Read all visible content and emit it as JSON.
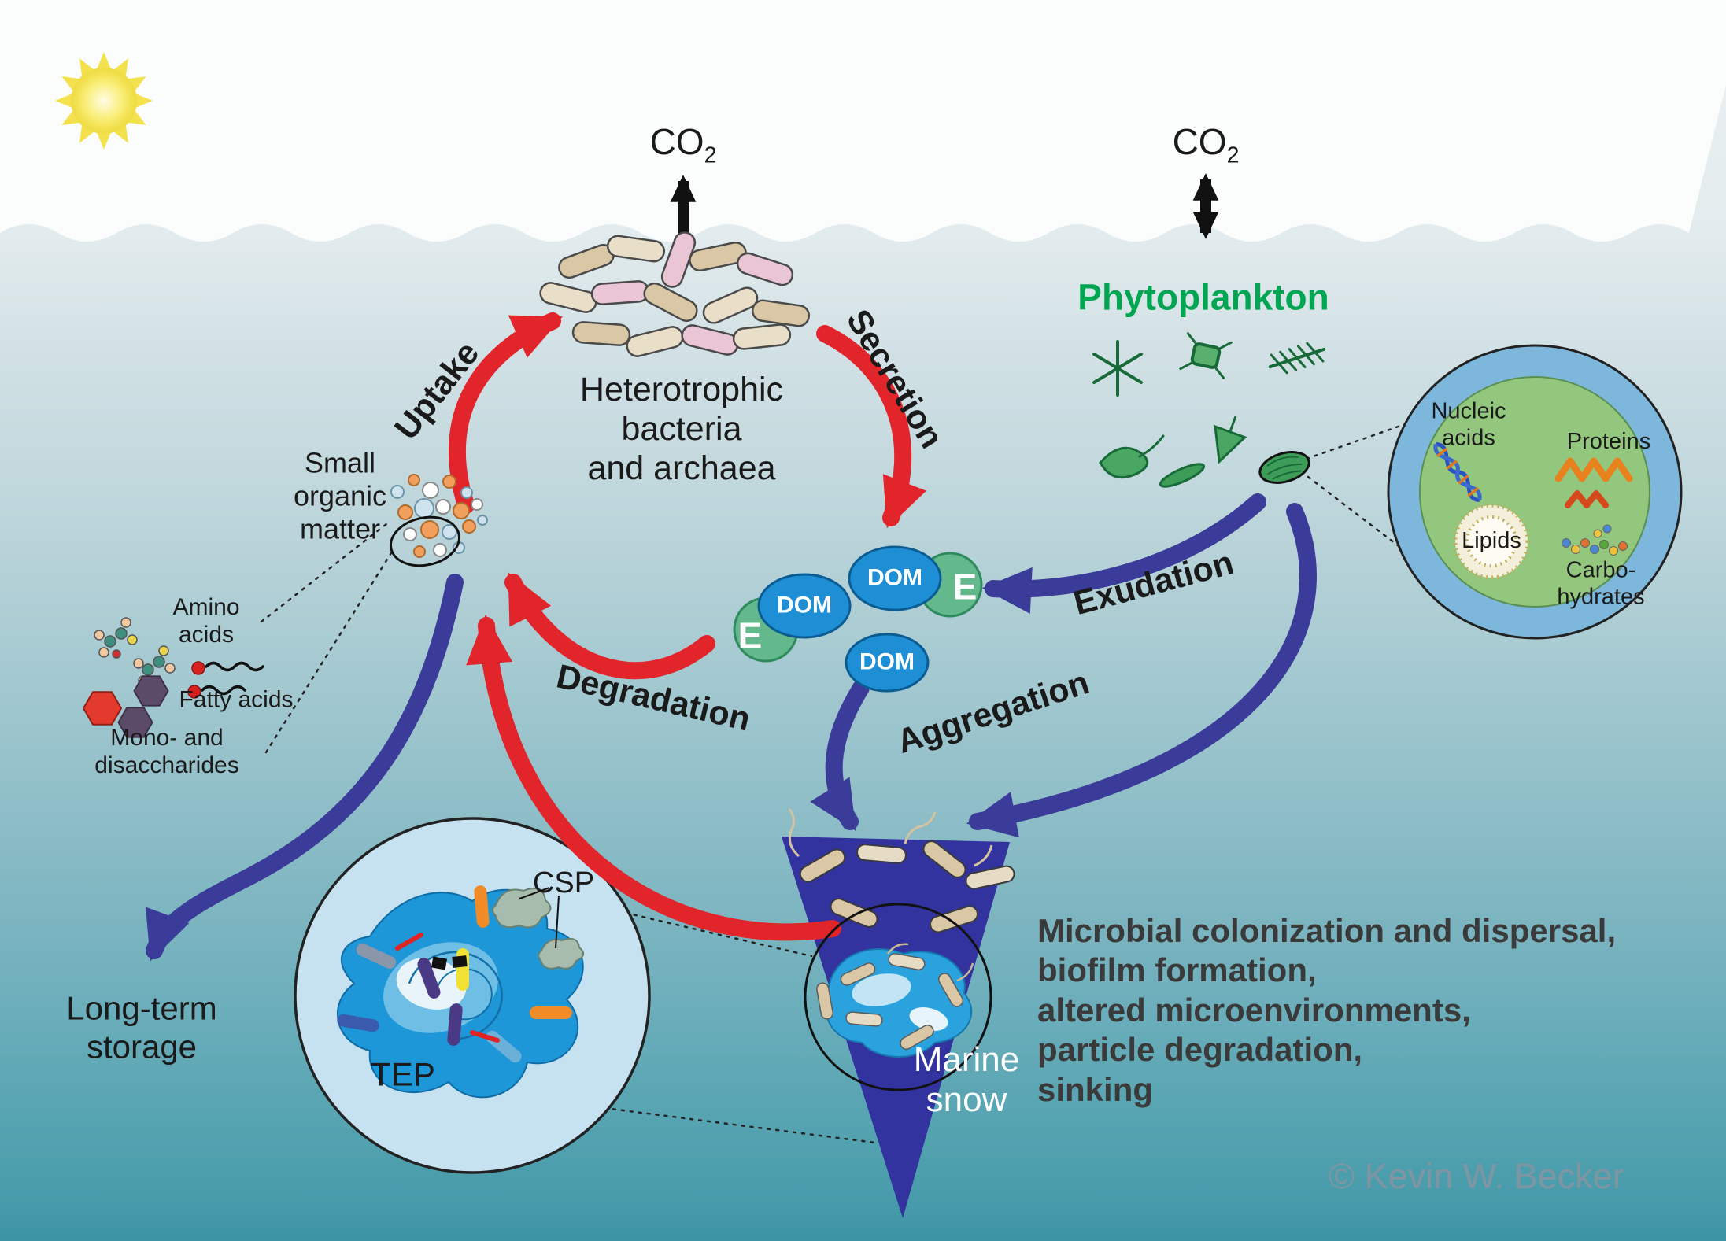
{
  "diagram": {
    "co2": {
      "base": "CO",
      "sub": "2"
    },
    "organisms": {
      "heterotrophic": "Heterotrophic\nbacteria\nand archaea",
      "phytoplankton": "Phytoplankton"
    },
    "processes": {
      "uptake": "Uptake",
      "secretion": "Secretion",
      "degradation": "Degradation",
      "exudation": "Exudation",
      "aggregation": "Aggregation"
    },
    "pools": {
      "small_organic_matter": "Small\norganic\nmatter",
      "dom": "DOM",
      "enzyme": "E",
      "long_term_storage": "Long-term\nstorage",
      "marine_snow": "Marine\nsnow"
    },
    "molecules": {
      "amino_acids": "Amino\nacids",
      "fatty_acids": "Fatty acids",
      "mono_disaccharides": "Mono- and\ndisaccharides",
      "nucleic_acids": "Nucleic\nacids",
      "proteins": "Proteins",
      "lipids": "Lipids",
      "carbohydrates": "Carbo-\nhydrates",
      "csp": "CSP",
      "tep": "TEP"
    },
    "marine_snow_effects": "Microbial colonization and dispersal,\nbiofilm formation,\naltered microenvironments,\nparticle degradation,\nsinking",
    "copyright": "© Kevin W. Becker",
    "colors": {
      "phytoplankton_green": "#00a651",
      "red_arrow": "#e2242b",
      "blue_arrow": "#3b3b99",
      "dom_blue": "#1e8fd5",
      "enzyme_green": "#63b98b",
      "funnel_blue": "#32339f",
      "ocean_top": "#eef2f3",
      "ocean_bottom": "#3b93a3"
    }
  }
}
